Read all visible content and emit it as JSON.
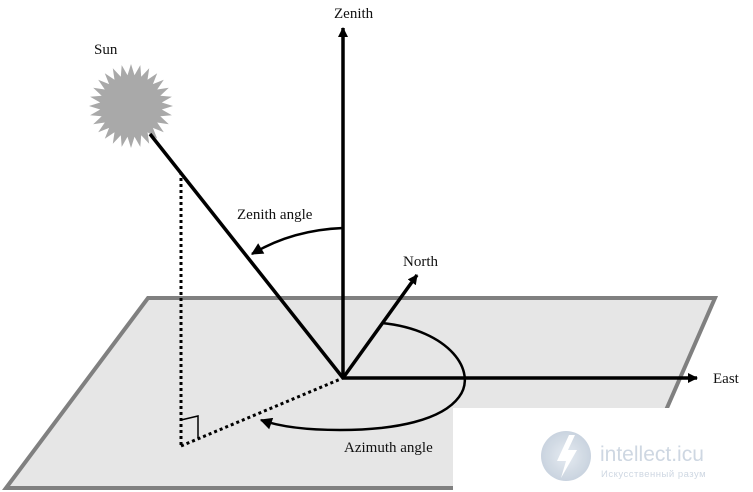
{
  "diagram": {
    "labels": {
      "zenith": "Zenith",
      "sun": "Sun",
      "zenith_angle": "Zenith angle",
      "north": "North",
      "east": "East",
      "azimuth_angle": "Azimuth angle"
    },
    "colors": {
      "line": "#000000",
      "plane_fill": "#e6e6e6",
      "plane_stroke": "#808080",
      "sun": "#a9a9a9"
    }
  },
  "watermark": {
    "brand": "intellect.icu",
    "tagline": "Искусственный разум",
    "icon": "lightning-bulb-icon",
    "color": "#c9d3df"
  }
}
